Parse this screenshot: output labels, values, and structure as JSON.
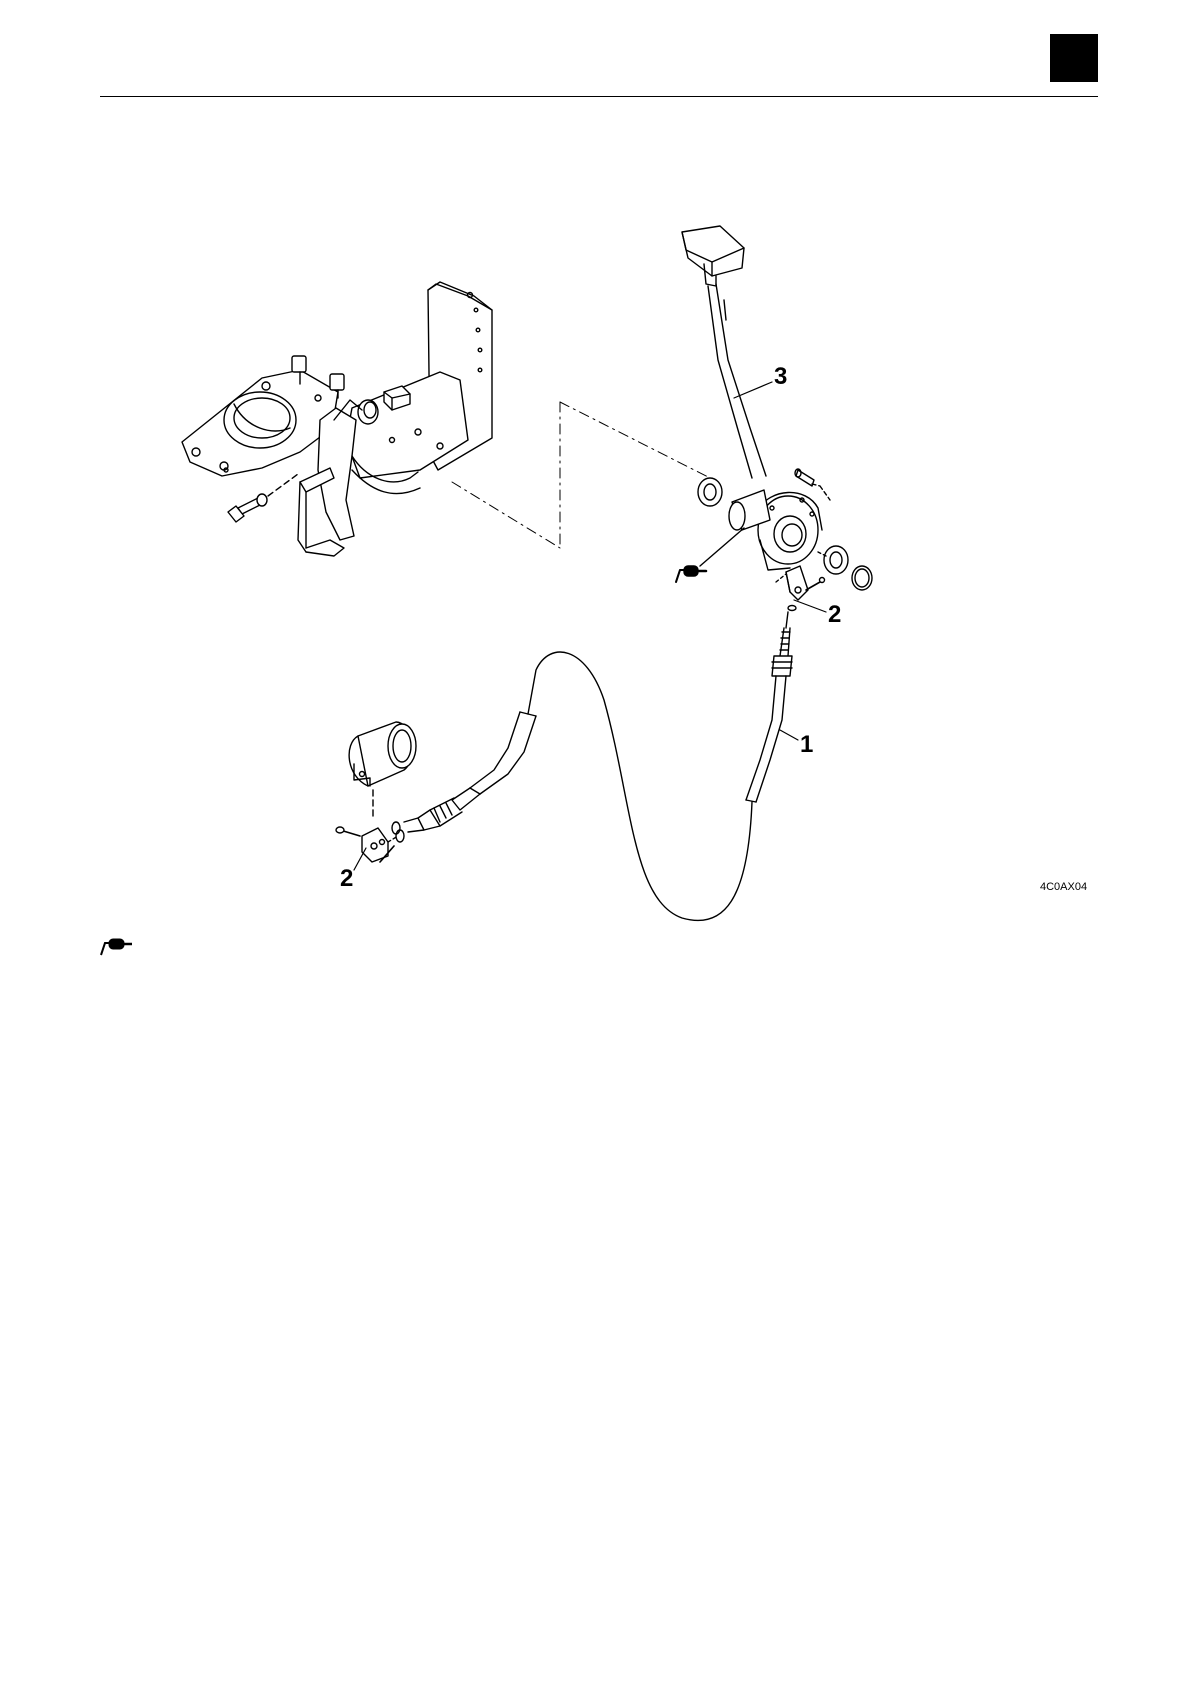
{
  "figure": {
    "code": "4C0AX04",
    "callouts": [
      {
        "id": "callout-3",
        "text": "3"
      },
      {
        "id": "callout-2-upper",
        "text": "2"
      },
      {
        "id": "callout-1",
        "text": "1"
      },
      {
        "id": "callout-2-lower",
        "text": "2"
      }
    ]
  },
  "icons": {
    "lubrication": "grease-gun-icon",
    "corner_tab": "black-square-tab"
  }
}
